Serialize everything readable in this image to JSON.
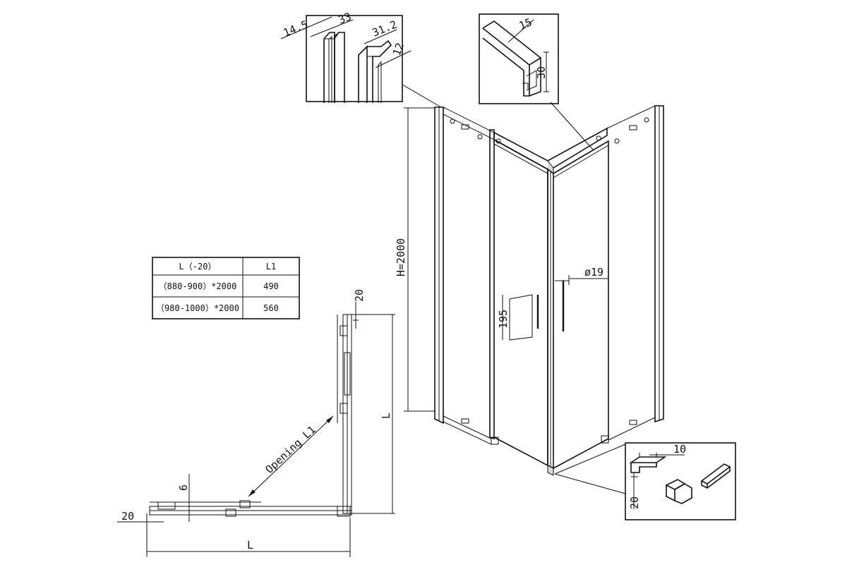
{
  "table": {
    "headers": [
      "L（-20）",
      "L1"
    ],
    "rows": [
      [
        "（880-900）*2000",
        "490"
      ],
      [
        "（980-1000）*2000",
        "560"
      ]
    ]
  },
  "dimensions": {
    "height": "H=2000",
    "handle_diameter": "ø19",
    "handle_length": "195",
    "profile_a": "14.5",
    "profile_b": "33",
    "profile_c": "31.2",
    "profile_d": "12",
    "rail_width": "15",
    "rail_height": "30",
    "corner_width": "10",
    "corner_height": "20",
    "plan_top_offset": "20",
    "plan_side_length": "L",
    "plan_opening": "Opening L1",
    "plan_gap": "6",
    "plan_left_offset": "20",
    "plan_bottom_length": "L"
  }
}
